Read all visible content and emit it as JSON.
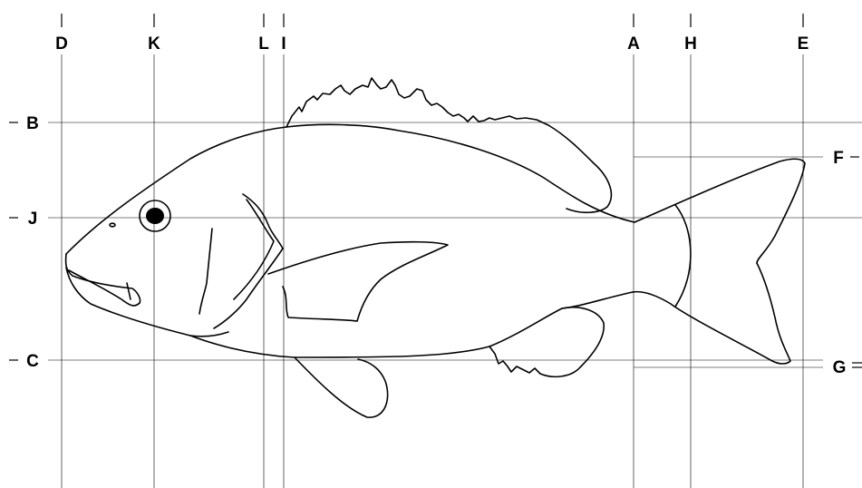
{
  "vertical_markers": [
    {
      "id": "D",
      "label": "D"
    },
    {
      "id": "K",
      "label": "K"
    },
    {
      "id": "L",
      "label": "L"
    },
    {
      "id": "I",
      "label": "I"
    },
    {
      "id": "A",
      "label": "A"
    },
    {
      "id": "H",
      "label": "H"
    },
    {
      "id": "E",
      "label": "E"
    }
  ],
  "horizontal_markers": [
    {
      "id": "B",
      "label": "B"
    },
    {
      "id": "J",
      "label": "J"
    },
    {
      "id": "C",
      "label": "C"
    },
    {
      "id": "F",
      "label": "F"
    },
    {
      "id": "G",
      "label": "G"
    }
  ],
  "colors": {
    "line": "#000000",
    "background": "#ffffff",
    "eye_pupil": "#000000"
  }
}
